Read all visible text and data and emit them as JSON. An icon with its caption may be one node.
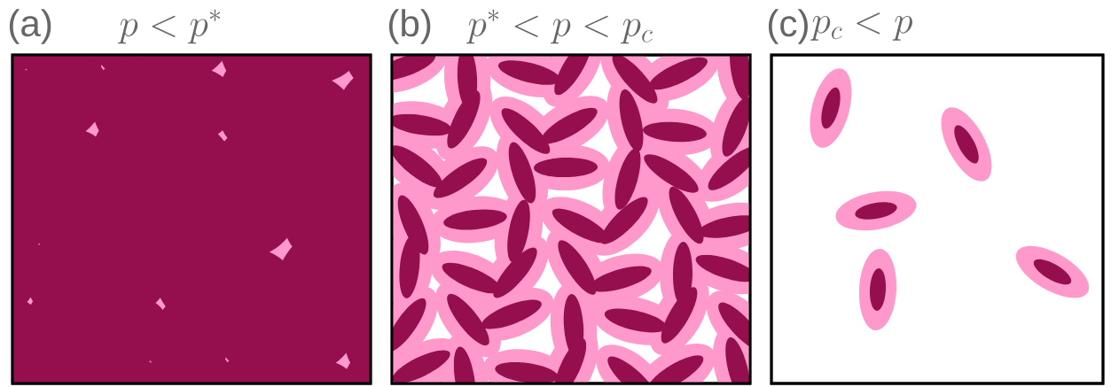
{
  "diagram": {
    "nodes": [
      {
        "text": [
          "(a)",
          "p < p^*"
        ]
      },
      {
        "text": [
          "(b)",
          "p^* < p < p_c"
        ]
      },
      {
        "text": [
          "(c)",
          "p_c < p"
        ]
      }
    ]
  }
}
